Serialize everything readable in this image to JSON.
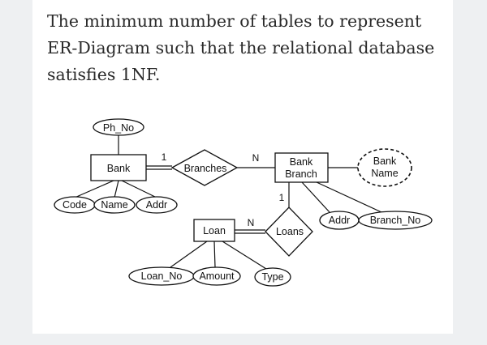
{
  "question": {
    "line1": "The minimum number of tables to represent",
    "line2": "ER-Diagram such that the relational database",
    "line3": "satisfies 1NF."
  },
  "diagram": {
    "entities": {
      "bank": "Bank",
      "bank_branch_line1": "Bank",
      "bank_branch_line2": "Branch",
      "loan": "Loan"
    },
    "relationships": {
      "branches": "Branches",
      "loans": "Loans"
    },
    "attributes": {
      "ph_no": "Ph_No",
      "code": "Code",
      "name": "Name",
      "addr_bank": "Addr",
      "addr_branch": "Addr",
      "branch_no": "Branch_No",
      "loan_no": "Loan_No",
      "amount": "Amount",
      "type": "Type",
      "bank_name_line1": "Bank",
      "bank_name_line2": "Name"
    },
    "cardinalities": {
      "bank_branches": "1",
      "branches_bankbranch": "N",
      "bankbranch_loans": "1",
      "loan_loans": "N"
    }
  }
}
